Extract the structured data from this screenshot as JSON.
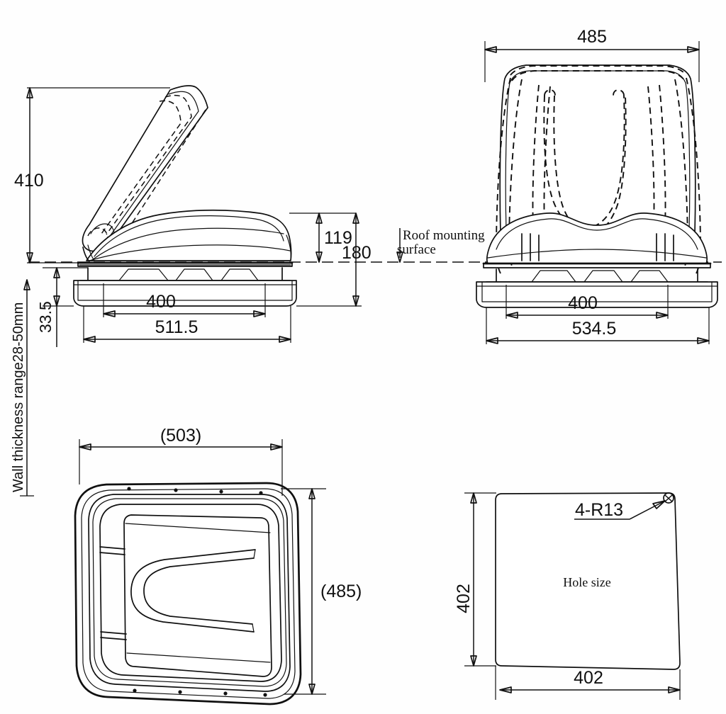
{
  "document": {
    "type": "engineering-drawing",
    "subject": "RV roof vent / skylight hatch",
    "units": "mm"
  },
  "views": {
    "side": {
      "name": "side-elevation-open-lid",
      "dimensions": {
        "overall_open_height": "410",
        "lid_height_above_roof": "119",
        "total_height": "180",
        "flange_depth_below_roof": "33.5",
        "inner_opening": "400",
        "outer_flange": "511.5"
      }
    },
    "front": {
      "name": "front-elevation-open-lid",
      "dimensions": {
        "overall_width": "485",
        "inner_opening": "400",
        "outer_flange": "534.5"
      },
      "notes": {
        "roof_surface_line_1": "Roof mounting",
        "roof_surface_line_2": "surface"
      }
    },
    "plan": {
      "name": "plan-view",
      "dimensions": {
        "width": "(503)",
        "depth": "(485)"
      }
    },
    "hole": {
      "name": "cut-out-hole-detail",
      "dimensions": {
        "height": "402",
        "width": "402",
        "corner_radius": "4-R13"
      },
      "label": "Hole size"
    }
  },
  "annotations": {
    "wall_thickness_note": "Wall thickness range28-50mm"
  },
  "colors": {
    "line": "#101010",
    "background": "#fefefe",
    "fill": "#ffffff"
  }
}
